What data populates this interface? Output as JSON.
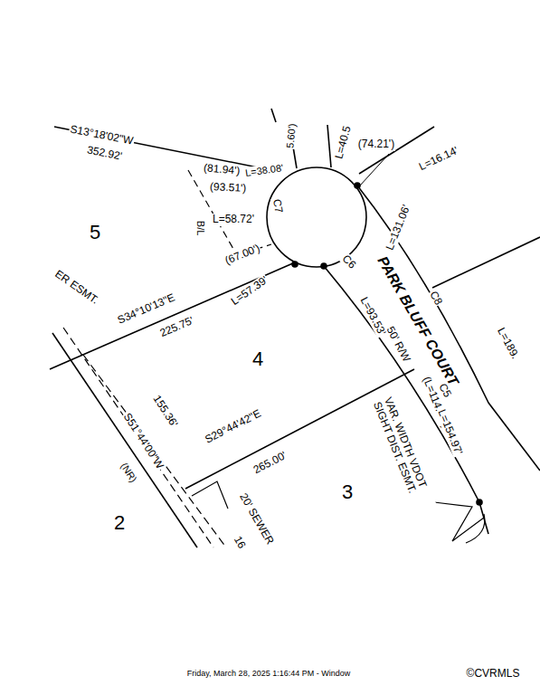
{
  "diagram": {
    "labels": [
      "S13°18'02\"W",
      "352.92'",
      "(81.94')",
      "(93.51')",
      "L=38.08'",
      "5.60')",
      "L=40.5",
      "(74.21')",
      "L=16.14'",
      "5",
      "C7",
      "B/L",
      "L=58.72'",
      "ER ESMT.",
      "(67.00')",
      "S34°10'13\"E",
      "225.75'",
      "L=57.39'",
      "C6",
      "PARK BLUFF COURT",
      "50' R/W",
      "L=131.06'",
      "C8",
      "L=189.",
      "L=93.53'",
      "C5",
      "4",
      "(L=114.87')",
      "L=154.97'",
      "VAR. WIDTH VDOT SIGHT DIST. ESMT.",
      "S29°44'42\"E",
      "265.00'",
      "155.36'",
      "S51°44'00\"W",
      "(NR)",
      "3",
      "2",
      "20' SEWER",
      "16",
      "Friday, March 28, 2025 1:16:44 PM - Window",
      "©CVRMLS"
    ]
  }
}
